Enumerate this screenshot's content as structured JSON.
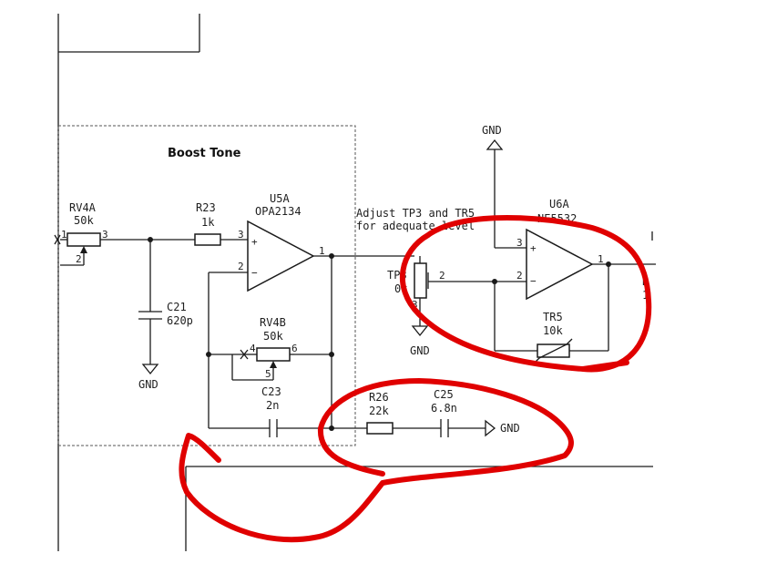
{
  "block": {
    "title": "Boost Tone"
  },
  "components": {
    "rv4a": {
      "ref": "RV4A",
      "value": "50k",
      "pin1": "1",
      "pin2": "2",
      "pin3": "3"
    },
    "r23": {
      "ref": "R23",
      "value": "1k"
    },
    "u5a": {
      "ref": "U5A",
      "value": "OPA2134",
      "pin_plus": "3",
      "pin_minus": "2",
      "pin_out": "1"
    },
    "c21": {
      "ref": "C21",
      "value": "620p"
    },
    "rv4b": {
      "ref": "RV4B",
      "value": "50k",
      "pin4": "4",
      "pin5": "5",
      "pin6": "6"
    },
    "c23": {
      "ref": "C23",
      "value": "2n"
    },
    "r26": {
      "ref": "R26",
      "value": "22k"
    },
    "c25": {
      "ref": "C25",
      "value": "6.8n"
    },
    "tp3": {
      "ref": "TP3",
      "value": "0k",
      "pin2": "2",
      "pin3": "3"
    },
    "u6a": {
      "ref": "U6A",
      "value": "NE5532",
      "pin_plus": "3",
      "pin_minus": "2",
      "pin_out": "1"
    },
    "tr5": {
      "ref": "TR5",
      "value": "10k"
    }
  },
  "nets": {
    "gnd_c21": "GND",
    "gnd_tp3": "GND",
    "gnd_top": "GND",
    "gnd_c25": "GND"
  },
  "note": {
    "line1": "Adjust TP3 and TR5",
    "line2": "for adequate level"
  },
  "edge_labels": {
    "right_r": "R",
    "right_1": "1"
  },
  "colors": {
    "annotation": "#e00000",
    "wire": "#1a1a1a",
    "frame_dashed": "#555555"
  }
}
